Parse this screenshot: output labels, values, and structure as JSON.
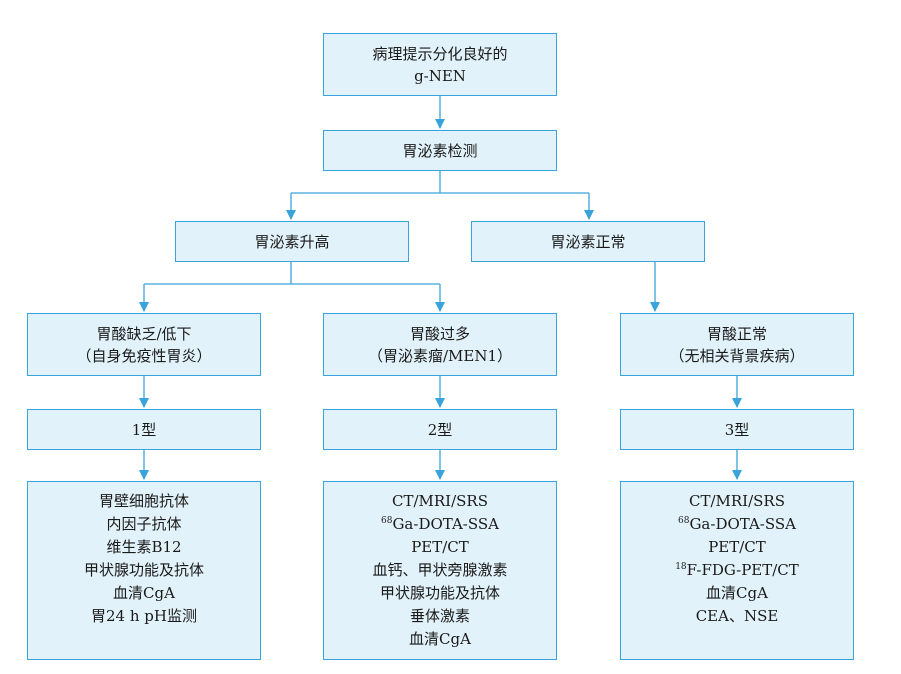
{
  "colors": {
    "box_fill": "#e2f2fa",
    "box_border": "#3aa3dc",
    "arrow": "#3aa3dc"
  },
  "root": {
    "line1": "病理提示分化良好的",
    "line2": "g-NEN"
  },
  "test": {
    "label": "胃泌素检测"
  },
  "high": {
    "label": "胃泌素升高"
  },
  "normal": {
    "label": "胃泌素正常"
  },
  "branch1": {
    "cause_line1": "胃酸缺乏/低下",
    "cause_line2": "（自身免疫性胃炎）",
    "type": "1型",
    "tests": [
      "胃壁细胞抗体",
      "内因子抗体",
      "维生素B12",
      "甲状腺功能及抗体",
      "血清CgA",
      "胃24 h pH监测"
    ]
  },
  "branch2": {
    "cause_line1": "胃酸过多",
    "cause_line2": "（胃泌素瘤/MEN1）",
    "type": "2型",
    "tests": {
      "t1": "CT/MRI/SRS",
      "t2_sup": "68",
      "t2": "Ga-DOTA-SSA",
      "t3": "PET/CT",
      "t4": "血钙、甲状旁腺激素",
      "t5": "甲状腺功能及抗体",
      "t6": "垂体激素",
      "t7": "血清CgA"
    }
  },
  "branch3": {
    "cause_line1": "胃酸正常",
    "cause_line2": "（无相关背景疾病）",
    "type": "3型",
    "tests": {
      "t1": "CT/MRI/SRS",
      "t2_sup": "68",
      "t2": "Ga-DOTA-SSA",
      "t3": "PET/CT",
      "t4_sup": "18",
      "t4": "F-FDG-PET/CT",
      "t5": "血清CgA",
      "t6": "CEA、NSE"
    }
  }
}
